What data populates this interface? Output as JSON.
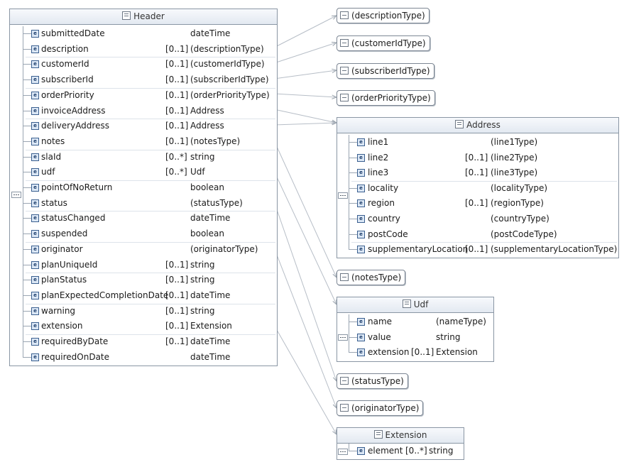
{
  "header": {
    "title": "Header",
    "rows": [
      {
        "name": "submittedDate",
        "occ": "",
        "type": "dateTime"
      },
      {
        "name": "description",
        "occ": "[0..1]",
        "type": "(descriptionType)"
      },
      {
        "name": "customerId",
        "occ": "[0..1]",
        "type": "(customerIdType)"
      },
      {
        "name": "subscriberId",
        "occ": "[0..1]",
        "type": "(subscriberIdType)"
      },
      {
        "name": "orderPriority",
        "occ": "[0..1]",
        "type": "(orderPriorityType)"
      },
      {
        "name": "invoiceAddress",
        "occ": "[0..1]",
        "type": "Address"
      },
      {
        "name": "deliveryAddress",
        "occ": "[0..1]",
        "type": "Address"
      },
      {
        "name": "notes",
        "occ": "[0..1]",
        "type": "(notesType)"
      },
      {
        "name": "slaId",
        "occ": "[0..*]",
        "type": "string"
      },
      {
        "name": "udf",
        "occ": "[0..*]",
        "type": "Udf"
      },
      {
        "name": "pointOfNoReturn",
        "occ": "",
        "type": "boolean"
      },
      {
        "name": "status",
        "occ": "",
        "type": "(statusType)"
      },
      {
        "name": "statusChanged",
        "occ": "",
        "type": "dateTime"
      },
      {
        "name": "suspended",
        "occ": "",
        "type": "boolean"
      },
      {
        "name": "originator",
        "occ": "",
        "type": "(originatorType)"
      },
      {
        "name": "planUniqueId",
        "occ": "[0..1]",
        "type": "string"
      },
      {
        "name": "planStatus",
        "occ": "[0..1]",
        "type": "string"
      },
      {
        "name": "planExpectedCompletionDate",
        "occ": "[0..1]",
        "type": "dateTime"
      },
      {
        "name": "warning",
        "occ": "[0..1]",
        "type": "string"
      },
      {
        "name": "extension",
        "occ": "[0..1]",
        "type": "Extension"
      },
      {
        "name": "requiredByDate",
        "occ": "[0..1]",
        "type": "dateTime"
      },
      {
        "name": "requiredOnDate",
        "occ": "",
        "type": "dateTime"
      }
    ]
  },
  "type_refs": {
    "descriptionType": "(descriptionType)",
    "customerIdType": "(customerIdType)",
    "subscriberIdType": "(subscriberIdType)",
    "orderPriorityType": "(orderPriorityType)",
    "notesType": "(notesType)",
    "statusType": "(statusType)",
    "originatorType": "(originatorType)"
  },
  "address": {
    "title": "Address",
    "rows": [
      {
        "name": "line1",
        "occ": "",
        "type": "(line1Type)"
      },
      {
        "name": "line2",
        "occ": "[0..1]",
        "type": "(line2Type)"
      },
      {
        "name": "line3",
        "occ": "[0..1]",
        "type": "(line3Type)"
      },
      {
        "name": "locality",
        "occ": "",
        "type": "(localityType)"
      },
      {
        "name": "region",
        "occ": "[0..1]",
        "type": "(regionType)"
      },
      {
        "name": "country",
        "occ": "",
        "type": "(countryType)"
      },
      {
        "name": "postCode",
        "occ": "",
        "type": "(postCodeType)"
      },
      {
        "name": "supplementaryLocation",
        "occ": "[0..1]",
        "type": "(supplementaryLocationType)"
      }
    ]
  },
  "udf": {
    "title": "Udf",
    "rows": [
      {
        "name": "name",
        "occ": "",
        "type": "(nameType)"
      },
      {
        "name": "value",
        "occ": "",
        "type": "string"
      },
      {
        "name": "extension",
        "occ": "[0..1]",
        "type": "Extension"
      }
    ]
  },
  "extension": {
    "title": "Extension",
    "rows": [
      {
        "name": "element",
        "occ": "[0..*]",
        "type": "string"
      }
    ]
  }
}
